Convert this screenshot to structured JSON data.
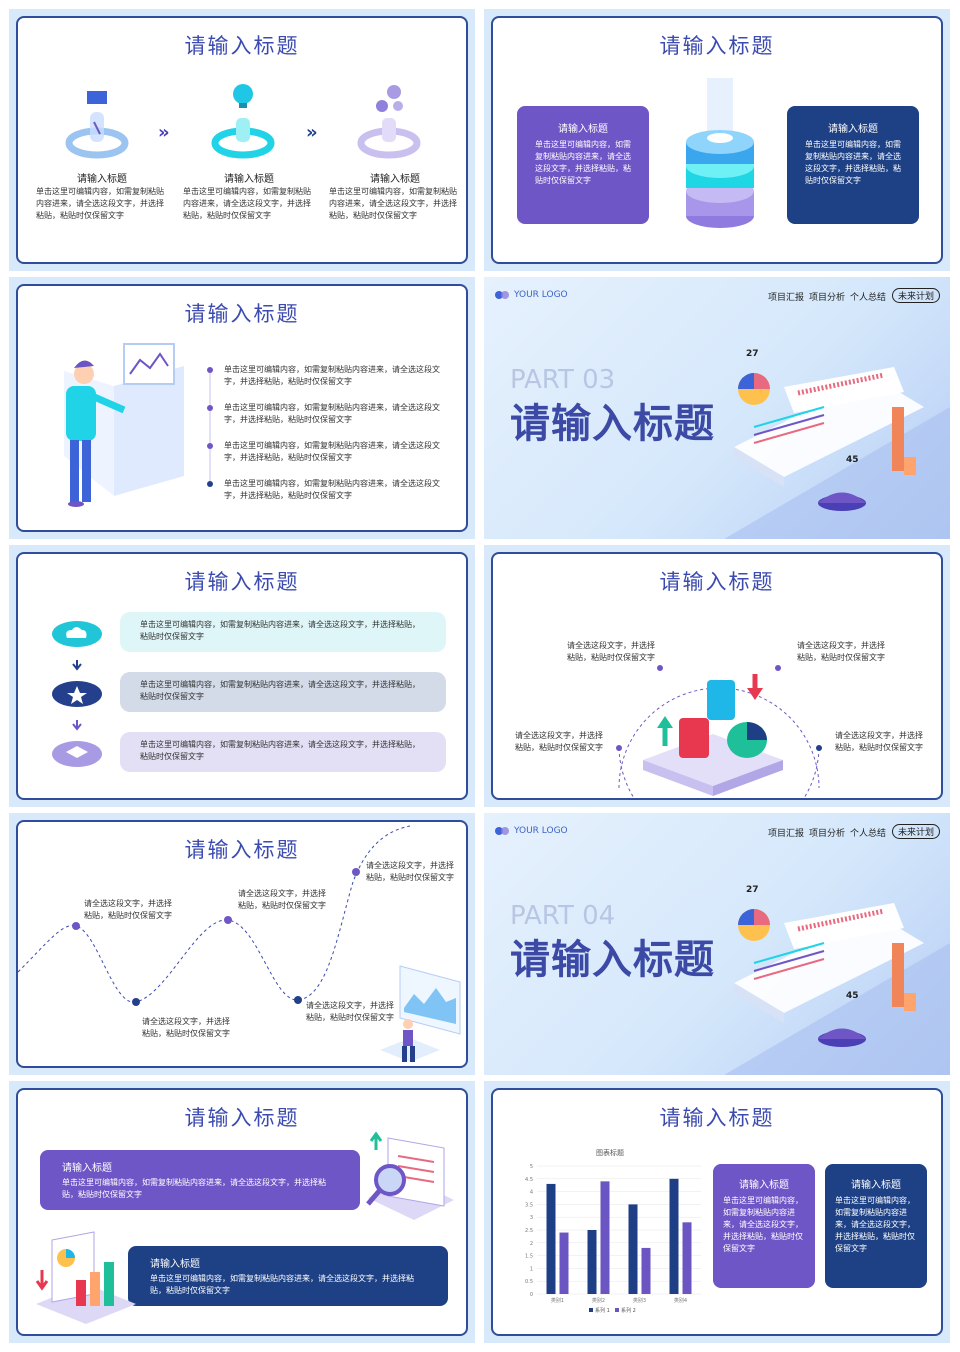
{
  "slides": {
    "s1": {
      "title": "请输入标题",
      "items": [
        {
          "heading": "请输入标题",
          "body": "单击这里可编辑内容，如需复制粘贴内容进来，请全选这段文字，并选择粘贴，粘贴时仅保留文字"
        },
        {
          "heading": "请输入标题",
          "body": "单击这里可编辑内容，如需复制粘贴内容进来，请全选这段文字，并选择粘贴，粘贴时仅保留文字"
        },
        {
          "heading": "请输入标题",
          "body": "单击这里可编辑内容，如需复制粘贴内容进来，请全选这段文字，并选择粘贴，粘贴时仅保留文字"
        }
      ]
    },
    "s2": {
      "title": "请输入标题",
      "left": {
        "heading": "请输入标题",
        "body": "单击这里可编辑内容，如需复制粘贴内容进来，请全选这段文字，并选择粘贴，粘贴时仅保留文字"
      },
      "right": {
        "heading": "请输入标题",
        "body": "单击这里可编辑内容，如需复制粘贴内容进来，请全选这段文字，并选择粘贴，粘贴时仅保留文字"
      }
    },
    "s3": {
      "title": "请输入标题",
      "items": [
        "单击这里可编辑内容，如需复制粘贴内容进来，请全选这段文字，并选择粘贴，粘贴时仅保留文字",
        "单击这里可编辑内容，如需复制粘贴内容进来，请全选这段文字，并选择粘贴，粘贴时仅保留文字",
        "单击这里可编辑内容，如需复制粘贴内容进来，请全选这段文字，并选择粘贴，粘贴时仅保留文字",
        "单击这里可编辑内容，如需复制粘贴内容进来，请全选这段文字，并选择粘贴，粘贴时仅保留文字"
      ]
    },
    "s4": {
      "logo": "YOUR LOGO",
      "nav": [
        "项目汇报",
        "项目分析",
        "个人总结",
        "未来计划"
      ],
      "part": "PART 03",
      "title": "请输入标题",
      "num_top": "27",
      "num_mid": "45"
    },
    "s5": {
      "title": "请输入标题",
      "items": [
        "单击这里可编辑内容，如需复制粘贴内容进来，请全选这段文字，并选择粘贴，粘贴时仅保留文字",
        "单击这里可编辑内容，如需复制粘贴内容进来，请全选这段文字，并选择粘贴，粘贴时仅保留文字",
        "单击这里可编辑内容，如需复制粘贴内容进来，请全选这段文字，并选择粘贴，粘贴时仅保留文字"
      ],
      "colors": [
        "#dff6f8",
        "#d3dbe8",
        "#e3dff4"
      ]
    },
    "s6": {
      "title": "请输入标题",
      "labels": [
        "请全选这段文字，并选择粘贴，粘贴时仅保留文字",
        "请全选这段文字，并选择粘贴，粘贴时仅保留文字",
        "请全选这段文字，并选择粘贴，粘贴时仅保留文字",
        "请全选这段文字，并选择粘贴，粘贴时仅保留文字"
      ]
    },
    "s7": {
      "title": "请输入标题",
      "labels": [
        "请全选这段文字，并选择粘贴，粘贴时仅保留文字",
        "请全选这段文字，并选择粘贴，粘贴时仅保留文字",
        "请全选这段文字，并选择粘贴，粘贴时仅保留文字",
        "请全选这段文字，并选择粘贴，粘贴时仅保留文字",
        "请全选这段文字，并选择粘贴，粘贴时仅保留文字"
      ]
    },
    "s8": {
      "logo": "YOUR LOGO",
      "nav": [
        "项目汇报",
        "项目分析",
        "个人总结",
        "未来计划"
      ],
      "part": "PART 04",
      "title": "请输入标题",
      "num_top": "27",
      "num_mid": "45"
    },
    "s9": {
      "title": "请输入标题",
      "top": {
        "heading": "请输入标题",
        "body": "单击这里可编辑内容，如需复制粘贴内容进来，请全选这段文字，并选择粘贴，粘贴时仅保留文字"
      },
      "bottom": {
        "heading": "请输入标题",
        "body": "单击这里可编辑内容，如需复制粘贴内容进来，请全选这段文字，并选择粘贴，粘贴时仅保留文字"
      }
    },
    "s10": {
      "title": "请输入标题",
      "left": {
        "heading": "请输入标题",
        "body": "单击这里可编辑内容，如需复制粘贴内容进来，请全选这段文字，并选择粘贴，粘贴时仅保留文字"
      },
      "right": {
        "heading": "请输入标题",
        "body": "单击这里可编辑内容，如需复制粘贴内容进来，请全选这段文字，并选择粘贴，粘贴时仅保留文字"
      }
    }
  },
  "chart_data": {
    "type": "bar",
    "title": "图表标题",
    "categories": [
      "类别1",
      "类别2",
      "类别3",
      "类别4"
    ],
    "series": [
      {
        "name": "系列 1",
        "values": [
          4.3,
          2.5,
          3.5,
          4.5
        ],
        "color": "#1e3f86"
      },
      {
        "name": "系列 2",
        "values": [
          2.4,
          4.4,
          1.8,
          2.8
        ],
        "color": "#6a55c2"
      }
    ],
    "ylim": [
      0,
      5
    ],
    "yticks": [
      "0",
      "0.5",
      "1",
      "1.5",
      "2",
      "2.5",
      "3",
      "3.5",
      "4",
      "4.5",
      "5"
    ],
    "legend": "bottom",
    "grid": true
  },
  "colors": {
    "accent": "#3b4bb0",
    "navy": "#1e4185",
    "purple": "#6f56c6",
    "cyan": "#20d3e6"
  }
}
